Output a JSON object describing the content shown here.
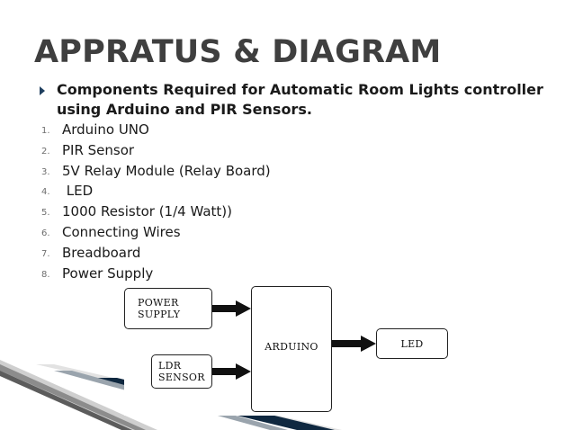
{
  "slide": {
    "title": "APPRATUS & DIAGRAM",
    "intro": "Components Required for Automatic Room Lights controller using Arduino and PIR Sensors.",
    "items": [
      {
        "num": "1.",
        "text": "Arduino UNO"
      },
      {
        "num": "2.",
        "text": "PIR Sensor"
      },
      {
        "num": "3.",
        "text": "5V Relay Module (Relay Board)"
      },
      {
        "num": "4.",
        "text": " LED"
      },
      {
        "num": "5.",
        "text": "1000 Resistor (1/4 Watt))"
      },
      {
        "num": "6.",
        "text": "Connecting Wires"
      },
      {
        "num": "7.",
        "text": "Breadboard"
      },
      {
        "num": "8.",
        "text": "Power Supply"
      }
    ]
  },
  "diagram": {
    "power_supply_line1": "POWER",
    "power_supply_line2": "SUPPLY",
    "ldr_line1": "LDR",
    "ldr_line2": "SENSOR",
    "arduino": "ARDUINO",
    "led": "LED"
  },
  "colors": {
    "title": "#3f3f3f",
    "accent_navy": "#1f3f5f",
    "stripe_dark": "#0f2840",
    "stripe_gray": "#8c8c8c"
  }
}
